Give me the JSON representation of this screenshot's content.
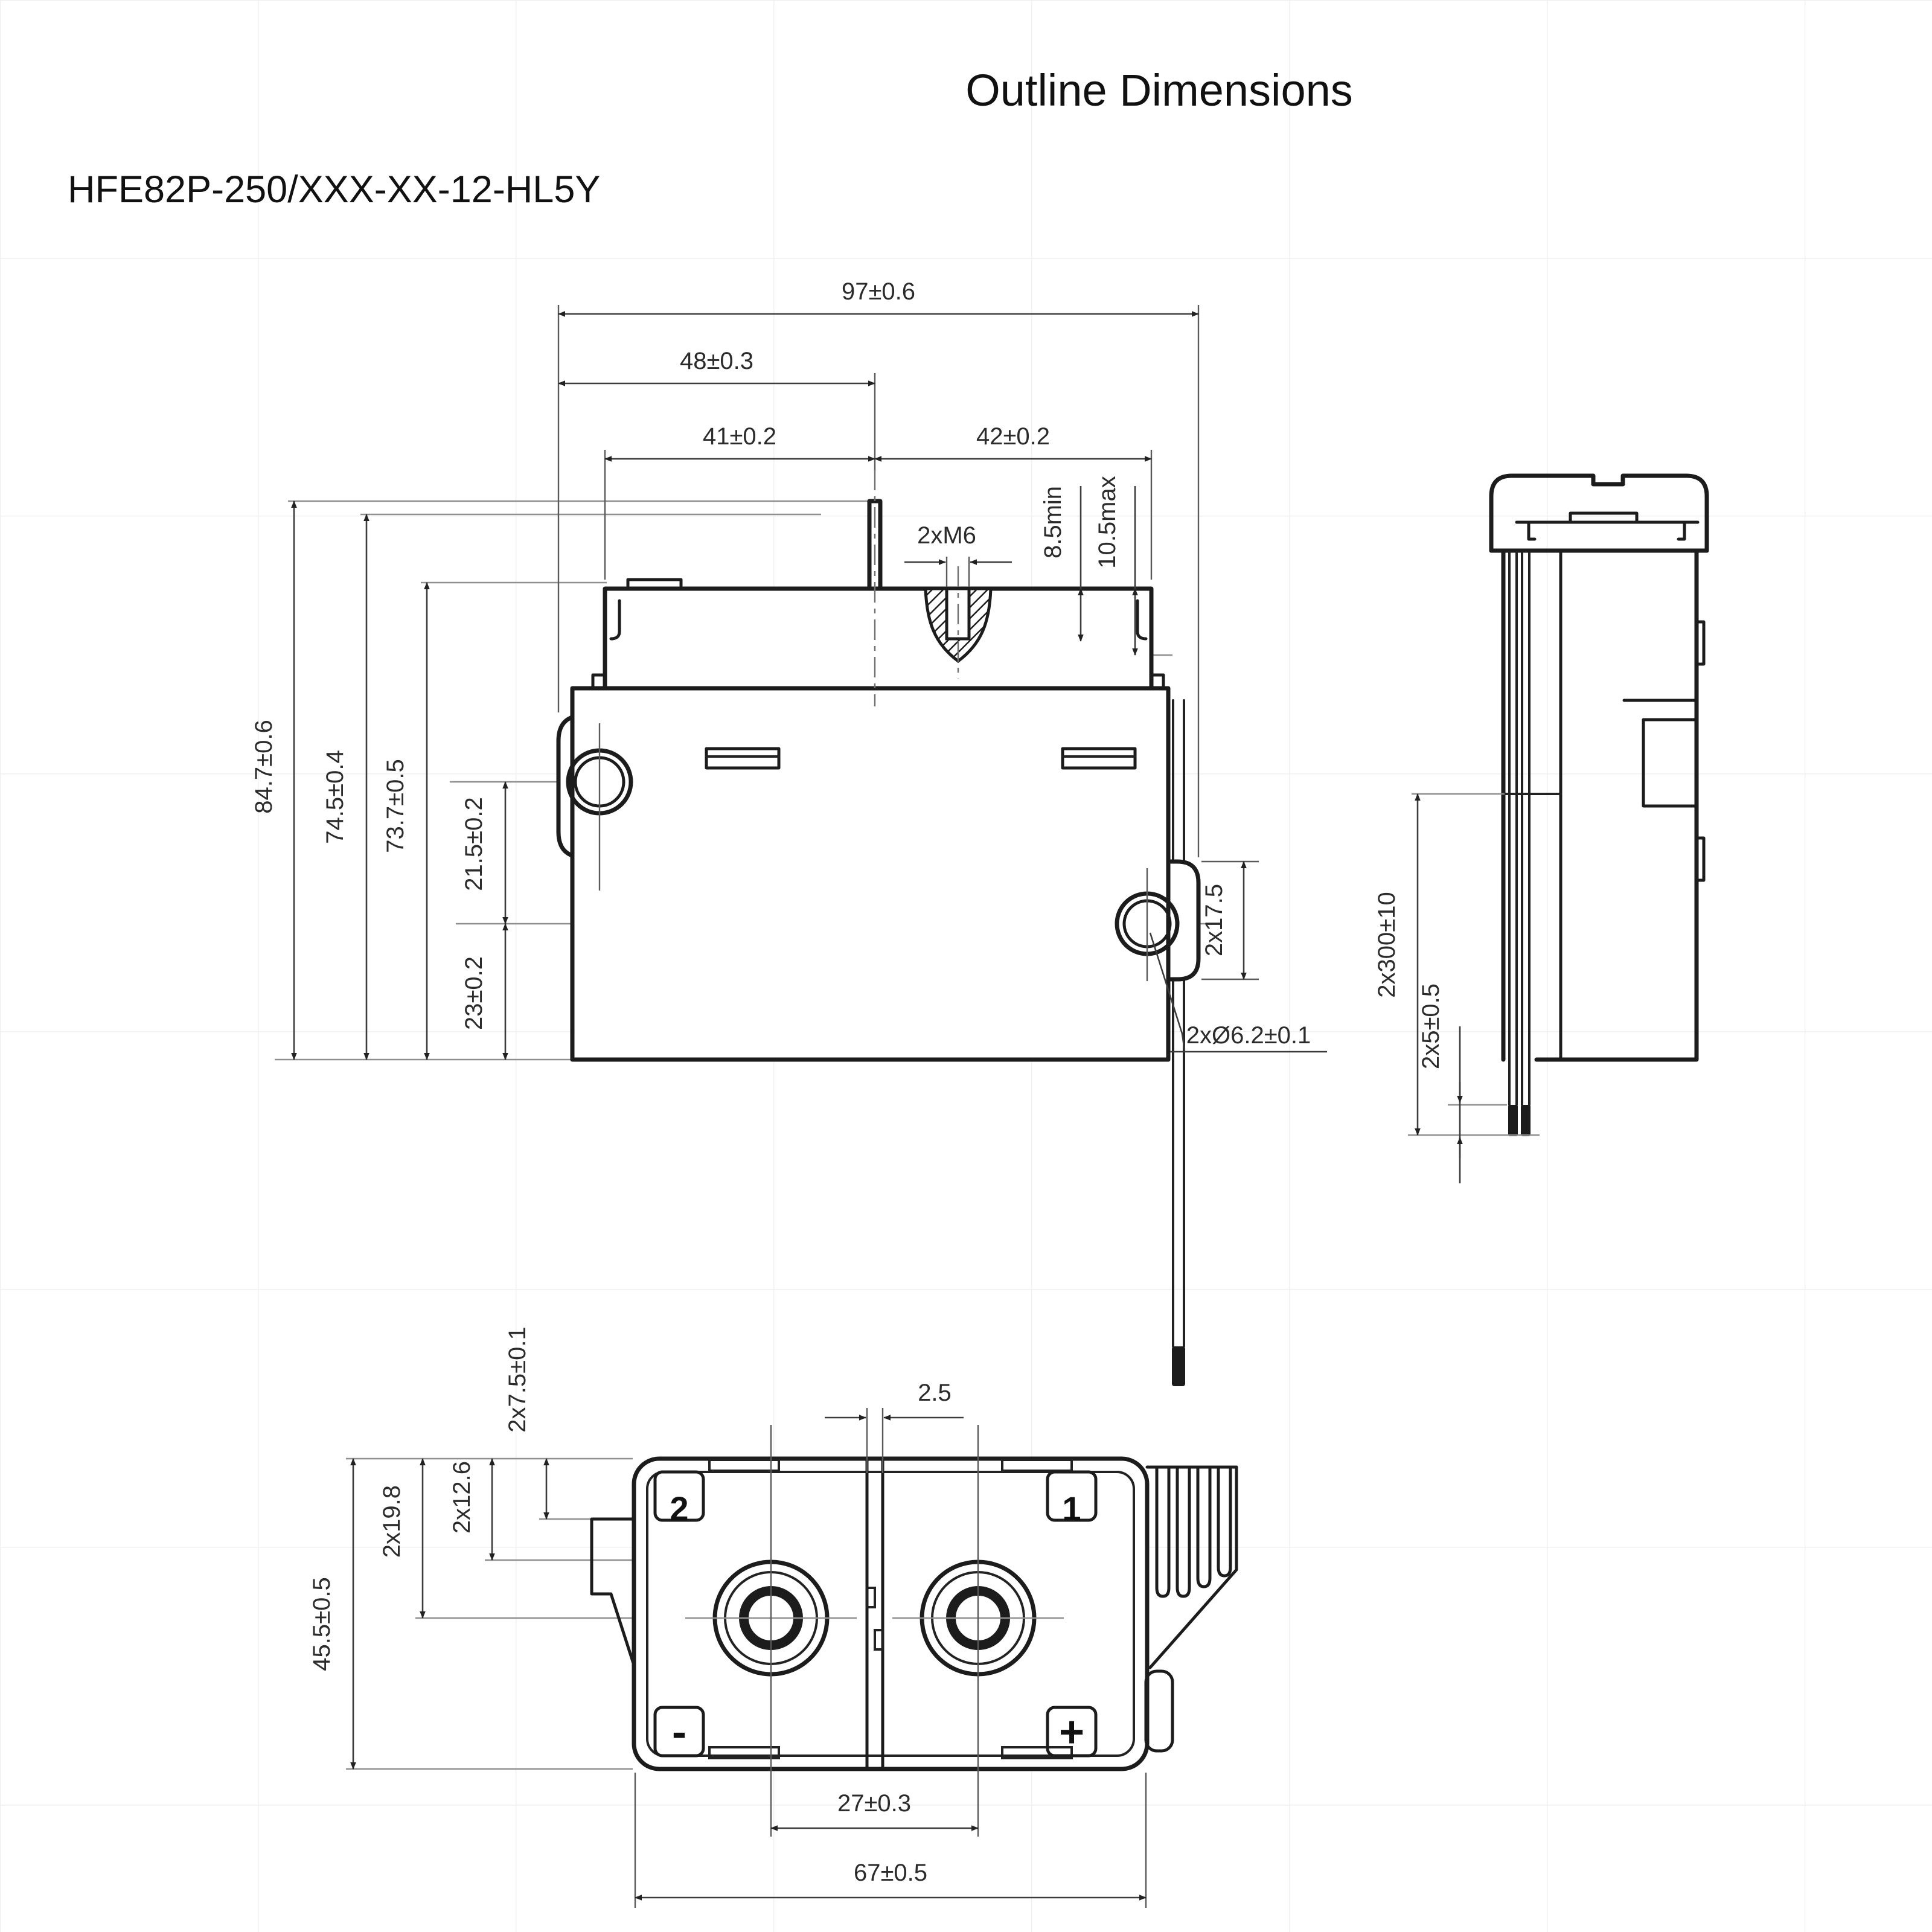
{
  "title": "Outline Dimensions",
  "part_number": "HFE82P-250/XXX-XX-12-HL5Y",
  "colors": {
    "line": "#1c1c1c",
    "dimension": "#3c3c3c",
    "reference": "#8f8f8f",
    "background": "#ffffff"
  },
  "front_view": {
    "dims": {
      "total_width": "97±0.6",
      "width_to_center": "48±0.3",
      "body_left_width": "41±0.2",
      "body_right_width": "42±0.2",
      "thread": "2xM6",
      "thread_depth": "8.5min",
      "boss_height": "10.5max",
      "total_height": "84.7±0.6",
      "height_2": "74.5±0.4",
      "height_3": "73.7±0.5",
      "hole_offset": "21.5±0.2",
      "hole_to_bottom": "23±0.2",
      "bracket_height": "2x17.5",
      "hole_diameter": "2xØ6.2±0.1"
    }
  },
  "side_view": {
    "dims": {
      "lead_length": "2x300±10",
      "lead_strip": "2x5±0.5"
    }
  },
  "bottom_view": {
    "dims": {
      "corner_offset": "2x7.5±0.1",
      "center_gap": "2.5",
      "slot_depth_a": "2x19.8",
      "slot_depth_b": "2x12.6",
      "total_depth": "45.5±0.5",
      "terminal_pitch": "27±0.3",
      "total_width": "67±0.5"
    },
    "labels": {
      "terminal_2": "2",
      "terminal_1": "1",
      "negative": "-",
      "positive": "+"
    }
  }
}
